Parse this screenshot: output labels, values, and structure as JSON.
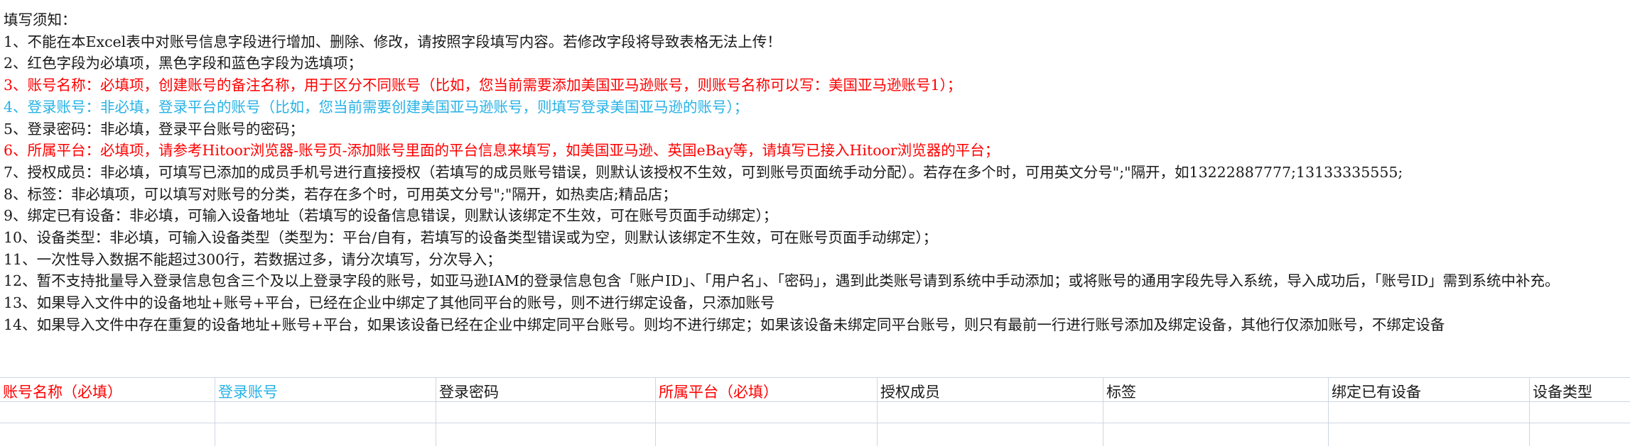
{
  "notes": {
    "title": "填写须知：",
    "lines": [
      {
        "text": "1、不能在本Excel表中对账号信息字段进行增加、删除、修改，请按照字段填写内容。若修改字段将导致表格无法上传！",
        "color": "#1a1a1a"
      },
      {
        "text": "2、红色字段为必填项，黑色字段和蓝色字段为选填项；",
        "color": "#1a1a1a"
      },
      {
        "text": "3、账号名称：必填项，创建账号的备注名称，用于区分不同账号（比如，您当前需要添加美国亚马逊账号，则账号名称可以写：美国亚马逊账号1）；",
        "color": "#ff0000"
      },
      {
        "text": "4、登录账号：非必填，登录平台的账号（比如，您当前需要创建美国亚马逊账号，则填写登录美国亚马逊的账号）；",
        "color": "#27b2e6"
      },
      {
        "text": "5、登录密码：非必填，登录平台账号的密码；",
        "color": "#1a1a1a"
      },
      {
        "text": "6、所属平台：必填项，请参考Hitoor浏览器-账号页-添加账号里面的平台信息来填写，如美国亚马逊、英国eBay等，请填写已接入Hitoor浏览器的平台；",
        "color": "#ff0000"
      },
      {
        "text": "7、授权成员：非必填，可填写已添加的成员手机号进行直接授权（若填写的成员账号错误，则默认该授权不生效，可到账号页面统手动分配）。若存在多个时，可用英文分号\";\"隔开，如13222887777;13133335555;",
        "color": "#1a1a1a"
      },
      {
        "text": "8、标签：非必填项，可以填写对账号的分类，若存在多个时，可用英文分号\";\"隔开，如热卖店;精品店；",
        "color": "#1a1a1a"
      },
      {
        "text": "9、绑定已有设备：非必填，可输入设备地址（若填写的设备信息错误，则默认该绑定不生效，可在账号页面手动绑定）；",
        "color": "#1a1a1a"
      },
      {
        "text": "10、设备类型：非必填，可输入设备类型（类型为：平台/自有，若填写的设备类型错误或为空，则默认该绑定不生效，可在账号页面手动绑定）；",
        "color": "#1a1a1a"
      },
      {
        "text": "11、一次性导入数据不能超过300行，若数据过多，请分次填写，分次导入；",
        "color": "#1a1a1a"
      },
      {
        "text": "12、暂不支持批量导入登录信息包含三个及以上登录字段的账号，如亚马逊IAM的登录信息包含「账户ID」、「用户名」、「密码」，遇到此类账号请到系统中手动添加；或将账号的通用字段先导入系统，导入成功后，「账号ID」需到系统中补充。",
        "color": "#1a1a1a",
        "wrap": true
      },
      {
        "text": "13、如果导入文件中的设备地址+账号+平台，已经在企业中绑定了其他同平台的账号，则不进行绑定设备，只添加账号",
        "color": "#1a1a1a"
      },
      {
        "text": "14、如果导入文件中存在重复的设备地址+账号+平台，如果该设备已经在企业中绑定同平台账号。则均不进行绑定；如果该设备未绑定同平台账号，则只有最前一行进行账号添加及绑定设备，其他行仅添加账号，不绑定设备",
        "color": "#1a1a1a",
        "wrap": true
      }
    ]
  },
  "table": {
    "headers": [
      {
        "label": "账号名称（必填）",
        "color": "#ff0000"
      },
      {
        "label": "登录账号",
        "color": "#27b2e6"
      },
      {
        "label": "登录密码",
        "color": "#1a1a1a"
      },
      {
        "label": "所属平台（必填）",
        "color": "#ff0000"
      },
      {
        "label": "授权成员",
        "color": "#1a1a1a"
      },
      {
        "label": "标签",
        "color": "#1a1a1a"
      },
      {
        "label": "绑定已有设备",
        "color": "#1a1a1a"
      },
      {
        "label": "设备类型",
        "color": "#1a1a1a"
      }
    ],
    "rows": [
      [
        "",
        "",
        "",
        "",
        "",
        "",
        "",
        ""
      ],
      [
        "",
        "",
        "",
        "",
        "",
        "",
        "",
        ""
      ]
    ]
  }
}
